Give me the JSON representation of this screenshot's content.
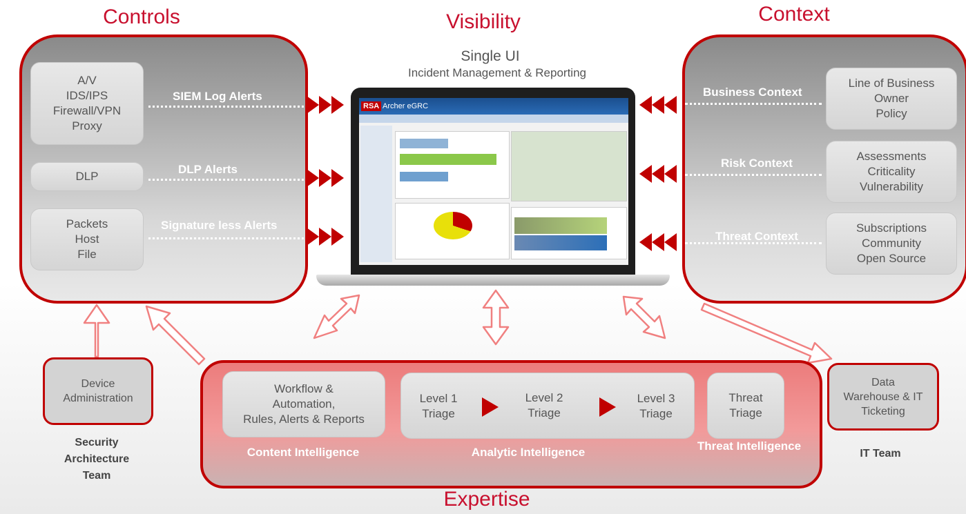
{
  "headings": {
    "controls": "Controls",
    "visibility": "Visibility",
    "context": "Context",
    "expertise": "Expertise"
  },
  "center": {
    "title": "Single UI",
    "subtitle": "Incident Management & Reporting",
    "app_brand": "RSA",
    "app_name": "Archer eGRC"
  },
  "controls": {
    "boxes": [
      {
        "lines": [
          "A/V",
          "IDS/IPS",
          "Firewall/VPN",
          "Proxy"
        ]
      },
      {
        "lines": [
          "DLP"
        ]
      },
      {
        "lines": [
          "Packets",
          "Host",
          "File"
        ]
      }
    ],
    "alerts": [
      "SIEM Log Alerts",
      "DLP Alerts",
      "Signature less Alerts"
    ]
  },
  "context": {
    "labels": [
      "Business Context",
      "Risk Context",
      "Threat Context"
    ],
    "boxes": [
      {
        "lines": [
          "Line of Business",
          "Owner",
          "Policy"
        ]
      },
      {
        "lines": [
          "Assessments",
          "Criticality",
          "Vulnerability"
        ]
      },
      {
        "lines": [
          "Subscriptions",
          "Community",
          "Open Source"
        ]
      }
    ]
  },
  "device_admin": {
    "lines": [
      "Device",
      "Administration"
    ]
  },
  "security_team": {
    "lines": [
      "Security",
      "Architecture",
      "Team"
    ]
  },
  "data_warehouse": {
    "lines": [
      "Data",
      "Warehouse & IT",
      "Ticketing"
    ]
  },
  "it_team": "IT Team",
  "expertise": {
    "content": {
      "lines": [
        "Workflow &",
        "Automation,",
        "Rules, Alerts & Reports"
      ],
      "label": "Content Intelligence"
    },
    "analytic": {
      "levels": [
        [
          "Level 1",
          "Triage"
        ],
        [
          "Level 2",
          "Triage"
        ],
        [
          "Level 3",
          "Triage"
        ]
      ],
      "label": "Analytic Intelligence"
    },
    "threat": {
      "lines": [
        "Threat",
        "Triage"
      ],
      "label": "Threat Intelligence"
    }
  },
  "colors": {
    "accent": "#c00000",
    "heading": "#c8102e",
    "arrow_outline": "#f08080"
  }
}
